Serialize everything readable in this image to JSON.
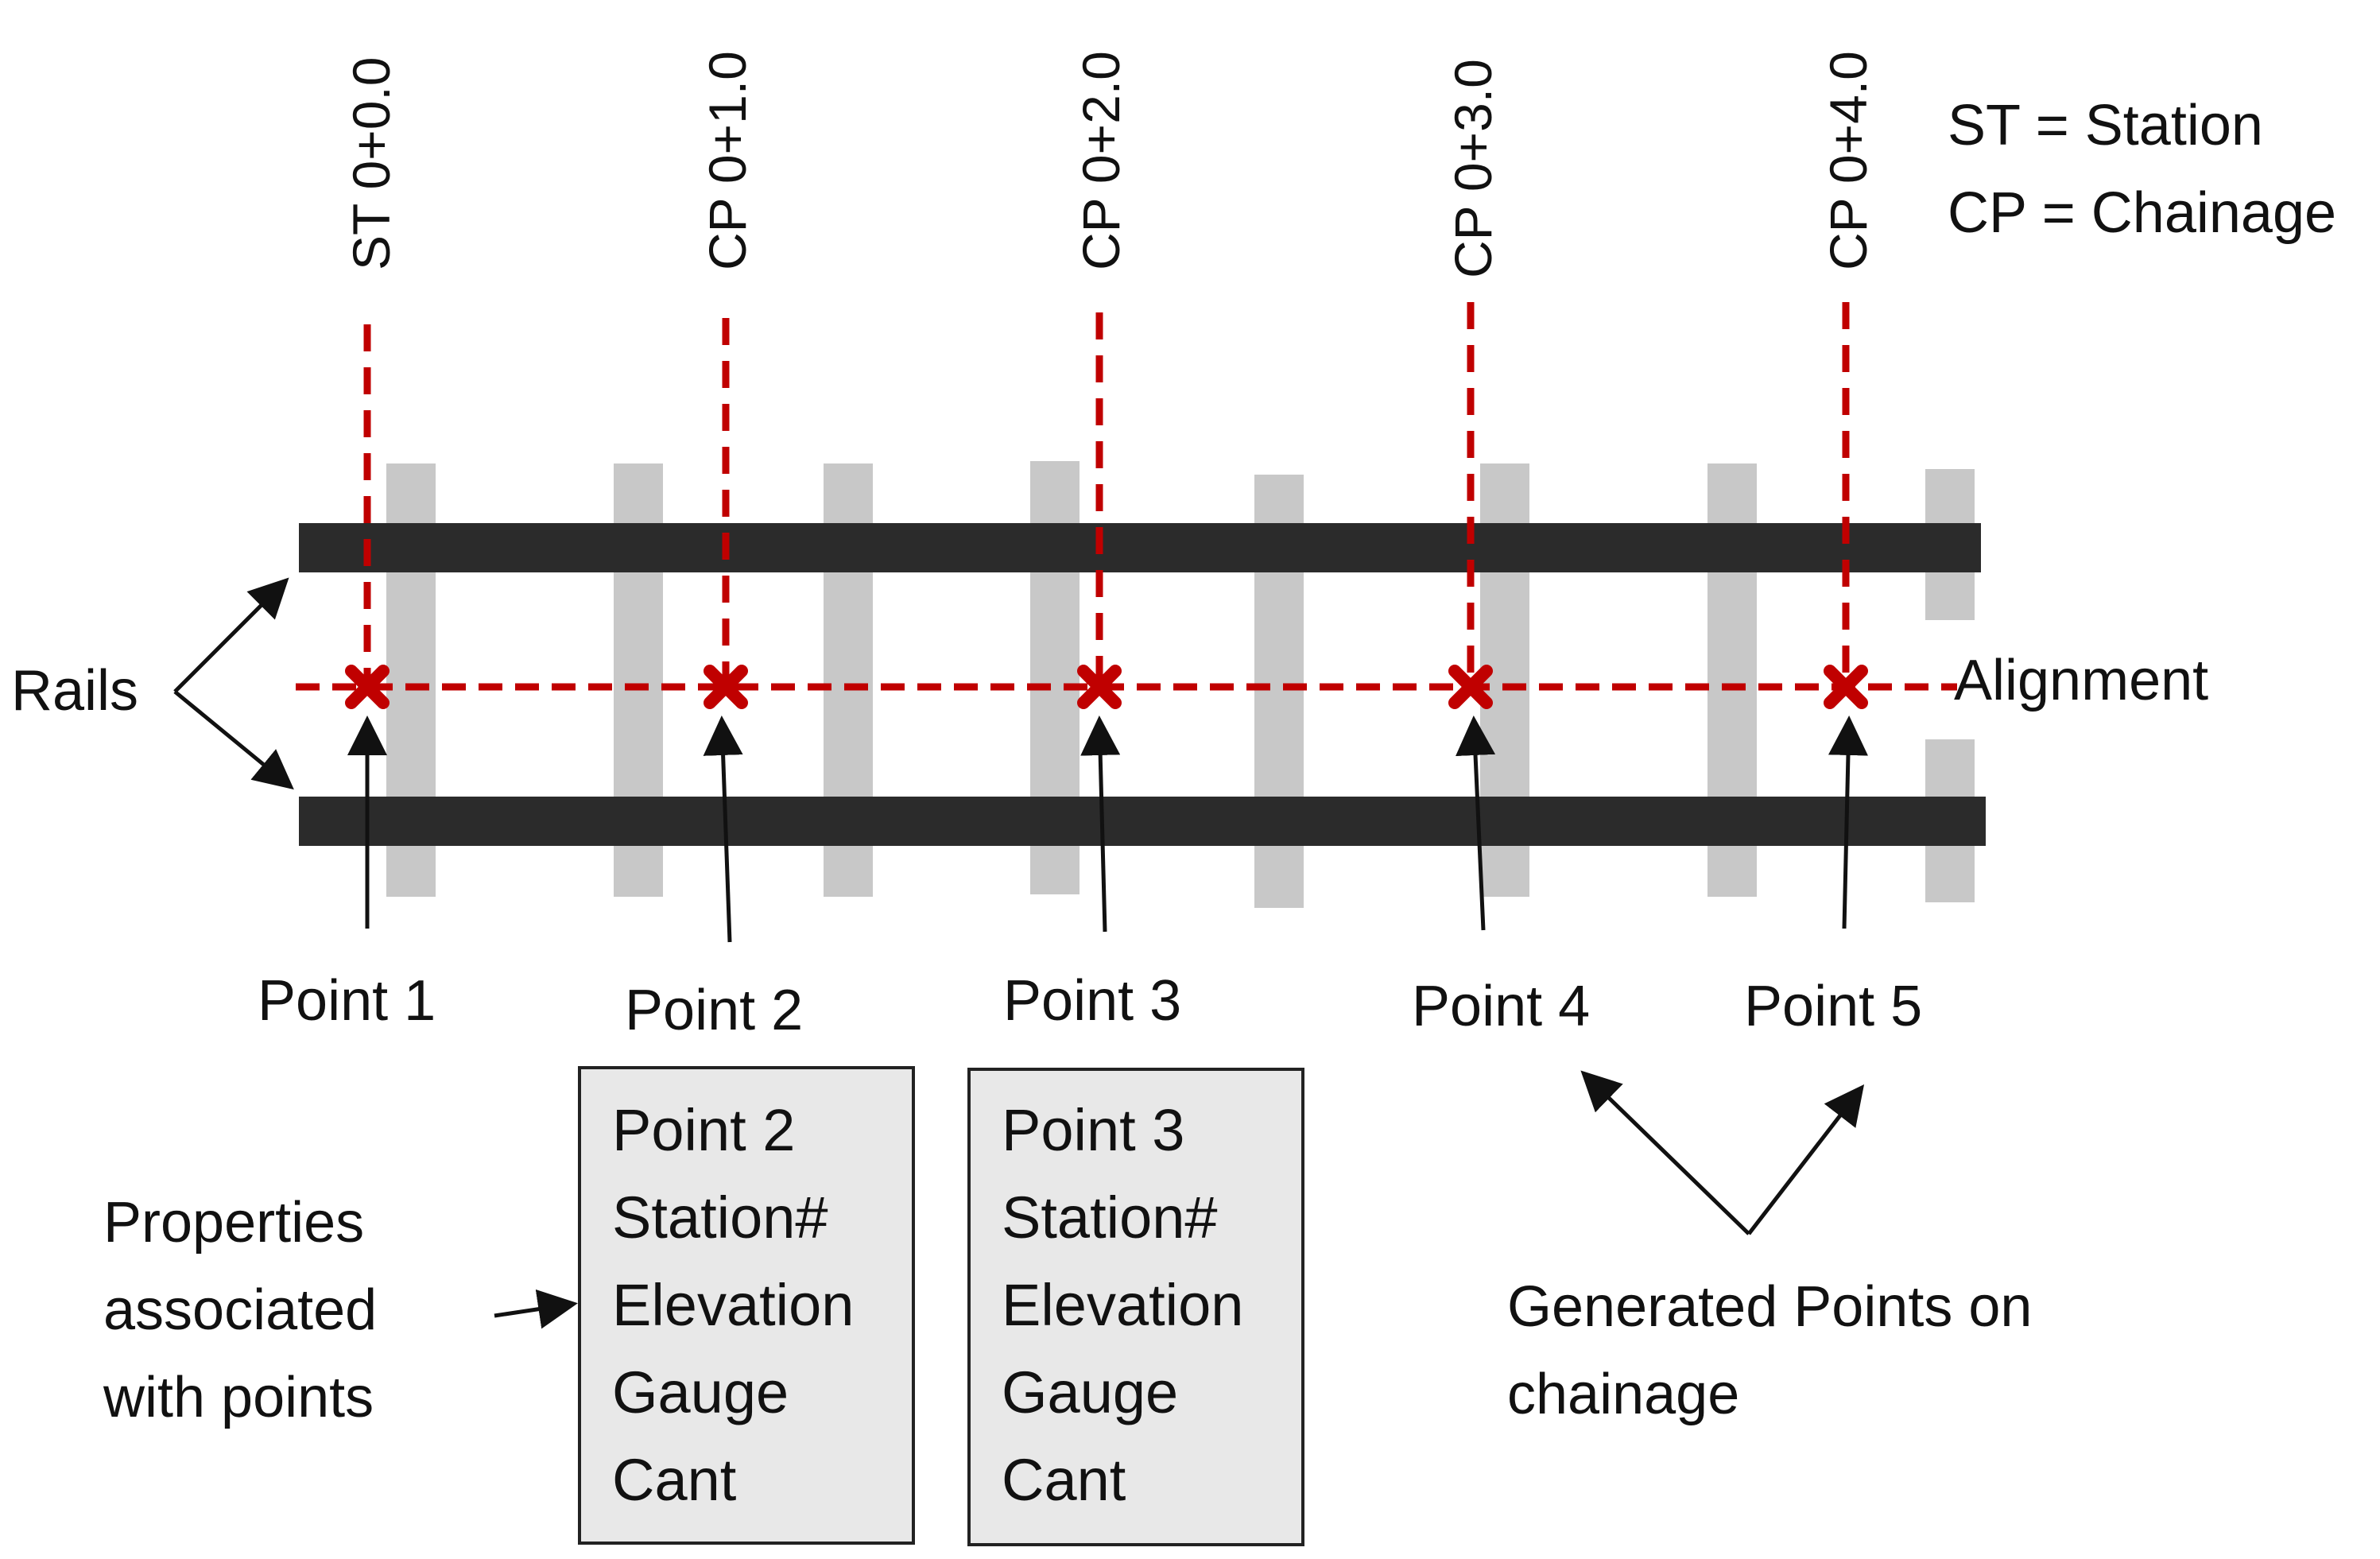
{
  "legend": {
    "line1": "ST = Station",
    "line2": "CP = Chainage"
  },
  "stations": [
    {
      "label": "ST 0+0.0"
    },
    {
      "label": "CP 0+1.0"
    },
    {
      "label": "CP 0+2.0"
    },
    {
      "label": "CP 0+3.0"
    },
    {
      "label": "CP 0+4.0"
    }
  ],
  "points": [
    {
      "label": "Point 1"
    },
    {
      "label": "Point 2"
    },
    {
      "label": "Point 3"
    },
    {
      "label": "Point 4"
    },
    {
      "label": "Point 5"
    }
  ],
  "labels": {
    "rails": "Rails",
    "alignment": "Alignment",
    "properties_line1": "Properties",
    "properties_line2": "associated",
    "properties_line3": "with points",
    "generated_line1": "Generated Points on",
    "generated_line2": "chainage"
  },
  "property_boxes": [
    {
      "lines": [
        "Point 2",
        "Station#",
        "Elevation",
        "Gauge",
        "Cant"
      ]
    },
    {
      "lines": [
        "Point 3",
        "Station#",
        "Elevation",
        "Gauge",
        "Cant"
      ]
    }
  ],
  "colors": {
    "rail": "#2b2b2b",
    "sleeper": "#c8c8c8",
    "alignment": "#c00000",
    "box_fill": "#e8e8e8"
  }
}
